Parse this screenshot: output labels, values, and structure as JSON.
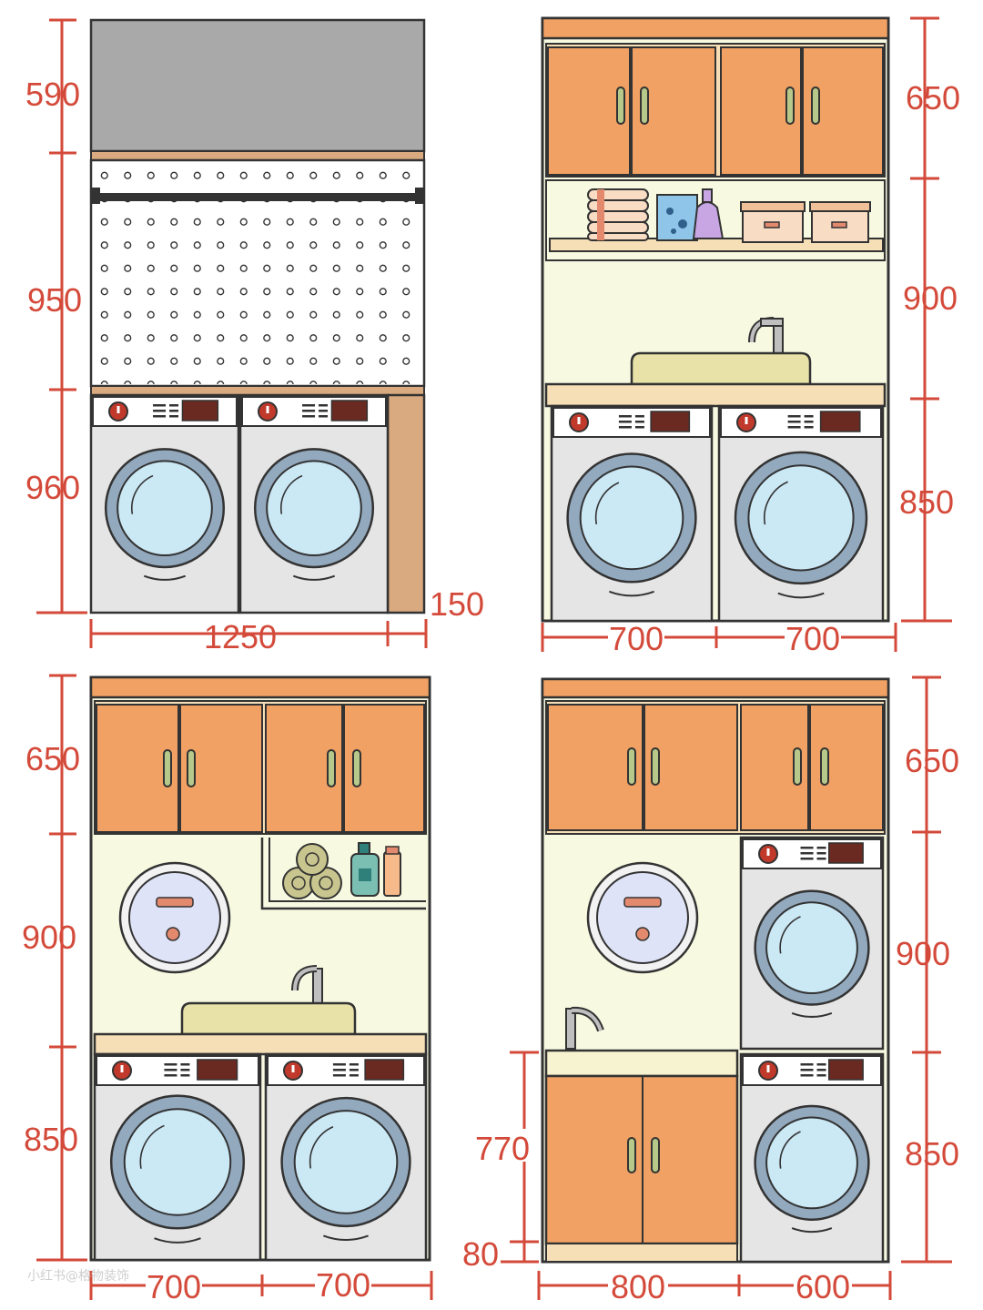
{
  "panels": {
    "top_left": {
      "dims": {
        "top": "590",
        "middle": "950",
        "bottom": "960",
        "side": "150",
        "width": "1250"
      }
    },
    "top_right": {
      "dims": {
        "top": "650",
        "middle": "900",
        "bottom": "850",
        "w_left": "700",
        "w_right": "700"
      }
    },
    "bottom_left": {
      "dims": {
        "top": "650",
        "middle": "900",
        "bottom": "850",
        "w_left": "700",
        "w_right": "700"
      }
    },
    "bottom_right": {
      "dims": {
        "top": "650",
        "middle": "900",
        "bottom": "850",
        "cabinet": "770",
        "base": "80",
        "w_left": "800",
        "w_right": "600"
      }
    }
  },
  "watermark": "小红书@格物装饰",
  "colors": {
    "dimension": "#d44a3a",
    "cabinet": "#f0a163",
    "countertop": "#f6dfb7",
    "wall": "#f7f9e1",
    "machine": "#e5e5e5",
    "drum": "#cbe8f5",
    "porthole": "#93a9bd",
    "basin": "#e8e2a8",
    "stone": "#a9a9a9"
  },
  "icons": [
    "washing-machine-icon",
    "wall-cabinet-icon",
    "sink-icon",
    "faucet-icon",
    "water-heater-icon",
    "towel-icon",
    "detergent-icon",
    "storage-box-icon",
    "pegboard-icon",
    "hanging-rod-icon"
  ]
}
